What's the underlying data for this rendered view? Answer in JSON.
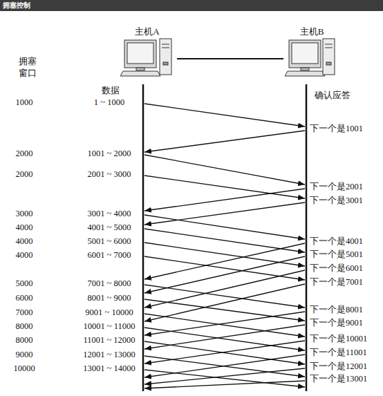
{
  "diagram": {
    "title": "拥塞控制",
    "nodes": [
      {
        "text": [
          "主机A"
        ]
      },
      {
        "text": [
          "主机B"
        ]
      }
    ],
    "edges": [
      {
        "from": 0,
        "to": 1,
        "arrow": "none"
      }
    ],
    "labels": [
      "拥塞 窗口",
      "数据",
      "确认应答",
      "1000",
      "1 ~ 1000",
      "2000",
      "1001 ~ 2000",
      "2000",
      "2001 ~ 3000",
      "3000",
      "3001 ~ 4000",
      "4000",
      "4001 ~ 5000",
      "4000",
      "5001 ~ 6000",
      "4000",
      "6001 ~ 7000",
      "5000",
      "7001 ~ 8000",
      "6000",
      "8001 ~ 9000",
      "7000",
      "9001 ~ 10000",
      "8000",
      "10001 ~ 11000",
      "8000",
      "11001 ~ 12000",
      "9000",
      "12001 ~ 13000",
      "10000",
      "13001 ~ 14000",
      "下一个是1001",
      "下一个是2001",
      "下一个是3001",
      "下一个是4001",
      "下一个是5001",
      "下一个是6001",
      "下一个是7001",
      "下一个是8001",
      "下一个是9001",
      "下一个是10001",
      "下一个是11001",
      "下一个是12001",
      "下一个是13001"
    ]
  }
}
